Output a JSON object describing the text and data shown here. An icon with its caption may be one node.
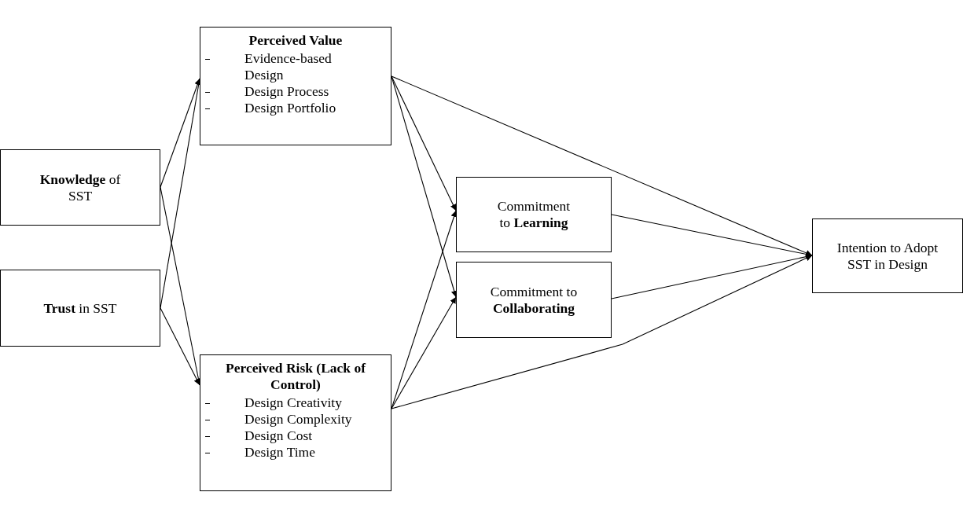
{
  "diagram": {
    "nodes": [
      {
        "text": [
          "**Knowledge** of SST"
        ]
      },
      {
        "text": [
          "**Trust** in SST"
        ]
      },
      {
        "text": [
          "Perceived Value",
          "Evidence-based Design",
          "Design Process",
          "Design Portfolio"
        ]
      },
      {
        "text": [
          "Perceived Risk (Lack of Control)",
          "Design Creativity",
          "Design Complexity",
          "Design Cost",
          "Design Time"
        ]
      },
      {
        "text": [
          "Commitment to **Learning**"
        ]
      },
      {
        "text": [
          "Commitment to **Collaborating**"
        ]
      },
      {
        "text": [
          "Intention to Adopt SST in Design"
        ]
      }
    ],
    "edges": [
      {
        "from": 0,
        "to": 2,
        "arrow": "to"
      },
      {
        "from": 0,
        "to": 3,
        "arrow": "to"
      },
      {
        "from": 1,
        "to": 2,
        "arrow": "to"
      },
      {
        "from": 1,
        "to": 3,
        "arrow": "to"
      },
      {
        "from": 2,
        "to": 4,
        "arrow": "to"
      },
      {
        "from": 2,
        "to": 5,
        "arrow": "to"
      },
      {
        "from": 3,
        "to": 4,
        "arrow": "to"
      },
      {
        "from": 3,
        "to": 5,
        "arrow": "to"
      },
      {
        "from": 2,
        "to": 6,
        "arrow": "to"
      },
      {
        "from": 4,
        "to": 6,
        "arrow": "to"
      },
      {
        "from": 5,
        "to": 6,
        "arrow": "to"
      },
      {
        "from": 3,
        "to": 6,
        "arrow": "to"
      }
    ]
  }
}
